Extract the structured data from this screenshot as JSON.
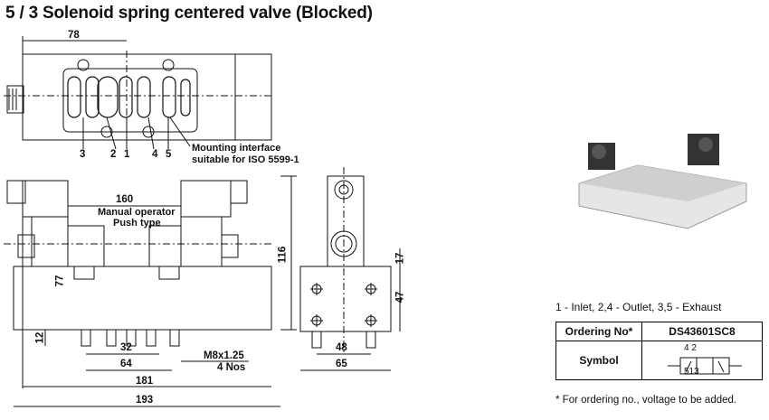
{
  "title": "5 / 3 Solenoid spring centered valve (Blocked)",
  "top_view": {
    "dim_top": "78",
    "ports": [
      "3",
      "2",
      "1",
      "4",
      "5"
    ],
    "interface_note_1": "Mounting interface",
    "interface_note_2": "suitable for ISO 5599-1"
  },
  "front_view": {
    "dim_160": "160",
    "manual_op_1": "Manual operator",
    "manual_op_2": "Push type",
    "dim_77": "77",
    "dim_116": "116",
    "dim_12": "12",
    "dim_32": "32",
    "dim_64": "64",
    "thread_1": "M8x1.25",
    "thread_2": "4 Nos",
    "dim_181": "181",
    "dim_193": "193"
  },
  "side_view": {
    "dim_17": "17",
    "dim_47": "47",
    "dim_48": "48",
    "dim_65": "65"
  },
  "port_legend": "1 - Inlet,    2,4 - Outlet,    3,5 - Exhaust",
  "ordering": {
    "col1_header": "Ordering No*",
    "col2_header": "DS43601SC8",
    "row_label": "Symbol",
    "symbol_top": "4 2",
    "symbol_bottom": "513"
  },
  "footnote": "* For ordering no., voltage to be added."
}
